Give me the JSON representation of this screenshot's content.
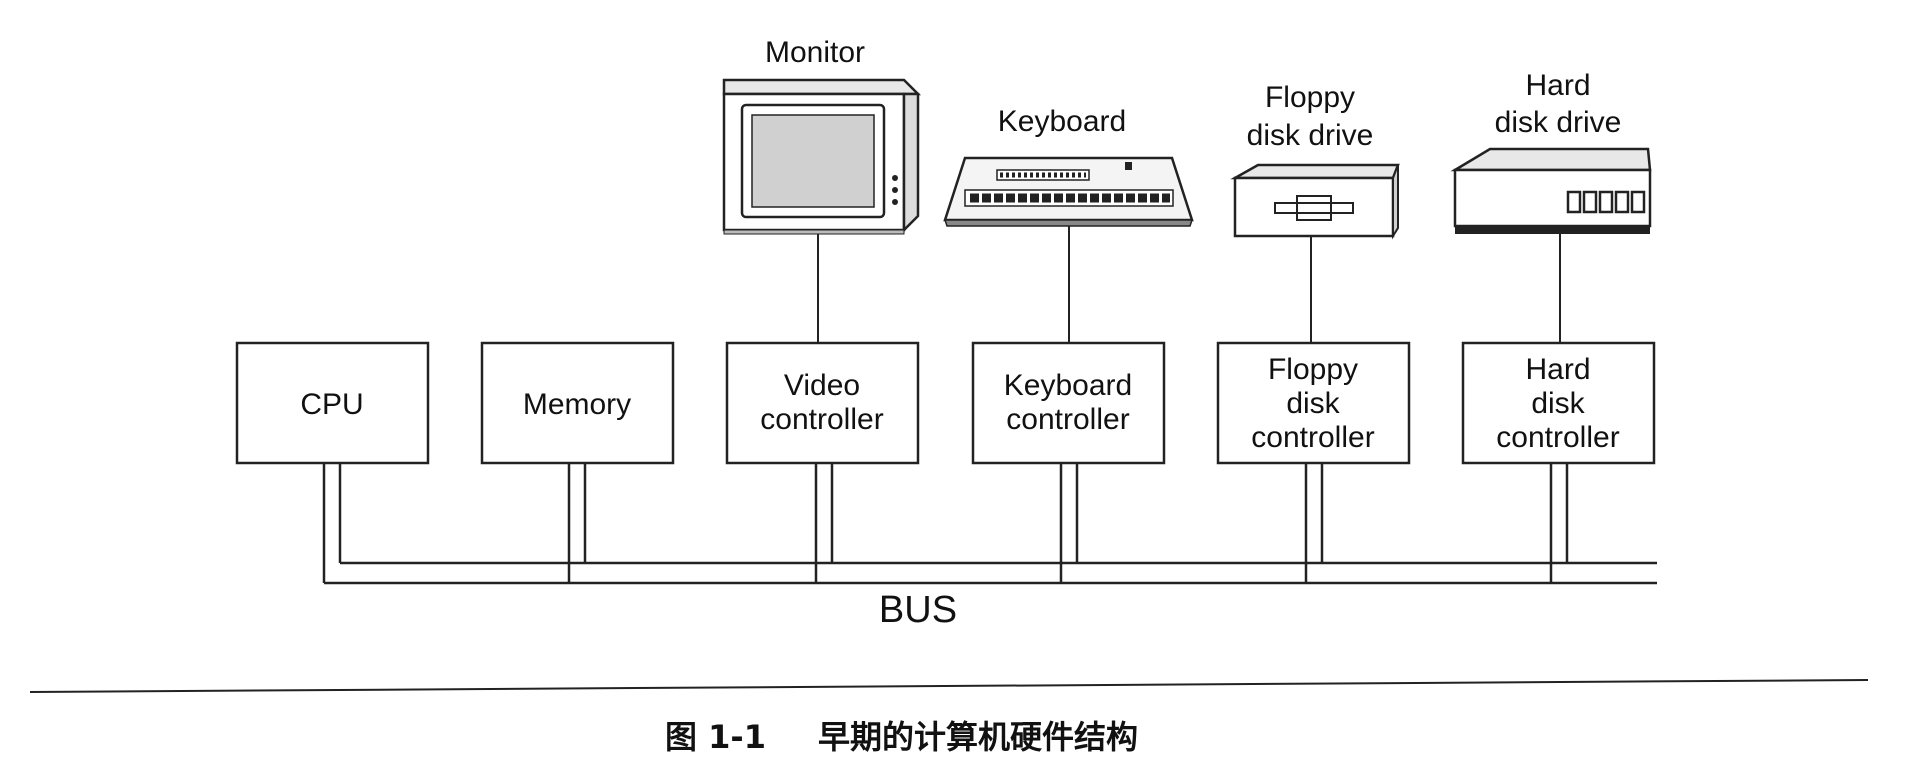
{
  "controllers": [
    {
      "id": "cpu",
      "lines": [
        "CPU"
      ]
    },
    {
      "id": "memory",
      "lines": [
        "Memory"
      ]
    },
    {
      "id": "video",
      "lines": [
        "Video",
        "controller"
      ]
    },
    {
      "id": "keyboard",
      "lines": [
        "Keyboard",
        "controller"
      ]
    },
    {
      "id": "floppy",
      "lines": [
        "Floppy",
        "disk",
        "controller"
      ]
    },
    {
      "id": "hard",
      "lines": [
        "Hard",
        "disk",
        "controller"
      ]
    }
  ],
  "devices": {
    "monitor": {
      "lines": [
        "Monitor"
      ]
    },
    "keyboard": {
      "lines": [
        "Keyboard"
      ]
    },
    "floppy": {
      "lines": [
        "Floppy",
        "disk drive"
      ]
    },
    "hard": {
      "lines": [
        "Hard",
        "disk drive"
      ]
    }
  },
  "bus": {
    "label": "BUS"
  },
  "caption": {
    "number": "图 1-1",
    "text": "早期的计算机硬件结构"
  }
}
